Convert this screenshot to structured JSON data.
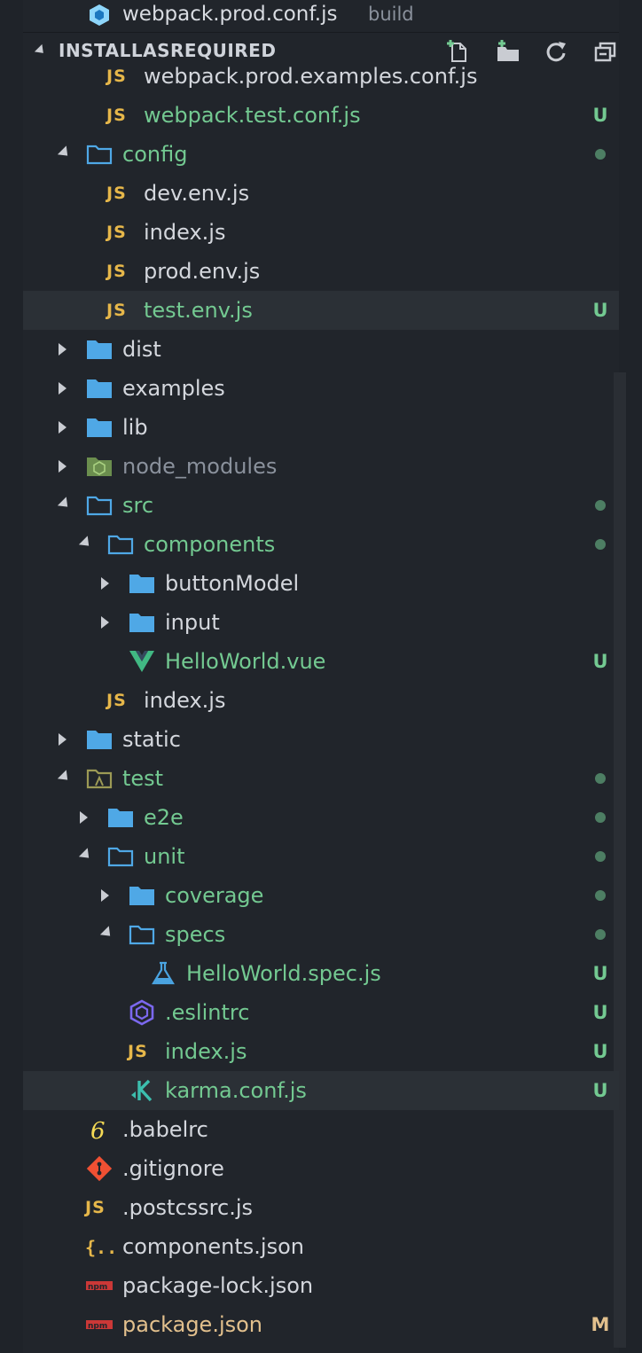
{
  "top_file": {
    "name": "webpack.prod.conf.js",
    "description": "build",
    "icon": "webpack-icon"
  },
  "explorer": {
    "section_title": "INSTALLASREQUIRED",
    "actions": [
      "new-file-icon",
      "new-folder-icon",
      "refresh-icon",
      "collapse-all-icon"
    ]
  },
  "colors": {
    "untracked": "#73c991",
    "modified": "#e2c08d",
    "plain": "#d4d7dd",
    "ignored": "#8a919c",
    "folder": "#4fa8e6",
    "background": "#21252b"
  },
  "tree": [
    {
      "name": "webpack.prod.examples.conf.js",
      "icon": "js-icon",
      "depth": 2,
      "kind": "file",
      "state": "plain",
      "status": ""
    },
    {
      "name": "webpack.test.conf.js",
      "icon": "js-icon",
      "depth": 2,
      "kind": "file",
      "state": "untracked",
      "status": "U"
    },
    {
      "name": "config",
      "icon": "folder-open-icon",
      "depth": 1,
      "kind": "folder-open",
      "state": "untracked",
      "status": "dot"
    },
    {
      "name": "dev.env.js",
      "icon": "js-icon",
      "depth": 2,
      "kind": "file",
      "state": "plain",
      "status": ""
    },
    {
      "name": "index.js",
      "icon": "js-icon",
      "depth": 2,
      "kind": "file",
      "state": "plain",
      "status": ""
    },
    {
      "name": "prod.env.js",
      "icon": "js-icon",
      "depth": 2,
      "kind": "file",
      "state": "plain",
      "status": ""
    },
    {
      "name": "test.env.js",
      "icon": "js-icon",
      "depth": 2,
      "kind": "file",
      "state": "untracked",
      "status": "U",
      "highlight": true
    },
    {
      "name": "dist",
      "icon": "folder-icon",
      "depth": 1,
      "kind": "folder",
      "state": "plain",
      "status": ""
    },
    {
      "name": "examples",
      "icon": "folder-icon",
      "depth": 1,
      "kind": "folder",
      "state": "plain",
      "status": ""
    },
    {
      "name": "lib",
      "icon": "folder-icon",
      "depth": 1,
      "kind": "folder",
      "state": "plain",
      "status": ""
    },
    {
      "name": "node_modules",
      "icon": "node-folder-icon",
      "depth": 1,
      "kind": "folder",
      "state": "ignored",
      "status": ""
    },
    {
      "name": "src",
      "icon": "folder-open-icon",
      "depth": 1,
      "kind": "folder-open",
      "state": "untracked",
      "status": "dot"
    },
    {
      "name": "components",
      "icon": "folder-open-icon",
      "depth": 2,
      "kind": "folder-open",
      "state": "untracked",
      "status": "dot"
    },
    {
      "name": "buttonModel",
      "icon": "folder-icon",
      "depth": 3,
      "kind": "folder",
      "state": "plain",
      "status": ""
    },
    {
      "name": "input",
      "icon": "folder-icon",
      "depth": 3,
      "kind": "folder",
      "state": "plain",
      "status": ""
    },
    {
      "name": "HelloWorld.vue",
      "icon": "vue-icon",
      "depth": 3,
      "kind": "file",
      "state": "untracked",
      "status": "U"
    },
    {
      "name": "index.js",
      "icon": "js-icon",
      "depth": 2,
      "kind": "file",
      "state": "plain",
      "status": ""
    },
    {
      "name": "static",
      "icon": "folder-icon",
      "depth": 1,
      "kind": "folder",
      "state": "plain",
      "status": ""
    },
    {
      "name": "test",
      "icon": "test-folder-icon",
      "depth": 1,
      "kind": "folder-open",
      "state": "untracked",
      "status": "dot"
    },
    {
      "name": "e2e",
      "icon": "folder-icon",
      "depth": 2,
      "kind": "folder",
      "state": "untracked",
      "status": "dot"
    },
    {
      "name": "unit",
      "icon": "folder-open-icon",
      "depth": 2,
      "kind": "folder-open",
      "state": "untracked",
      "status": "dot"
    },
    {
      "name": "coverage",
      "icon": "folder-icon",
      "depth": 3,
      "kind": "folder",
      "state": "untracked",
      "status": "dot"
    },
    {
      "name": "specs",
      "icon": "folder-open-icon",
      "depth": 3,
      "kind": "folder-open",
      "state": "untracked",
      "status": "dot"
    },
    {
      "name": "HelloWorld.spec.js",
      "icon": "flask-icon",
      "depth": 4,
      "kind": "file",
      "state": "untracked",
      "status": "U"
    },
    {
      "name": ".eslintrc",
      "icon": "eslint-icon",
      "depth": 3,
      "kind": "file",
      "state": "untracked",
      "status": "U"
    },
    {
      "name": "index.js",
      "icon": "js-icon",
      "depth": 3,
      "kind": "file",
      "state": "untracked",
      "status": "U"
    },
    {
      "name": "karma.conf.js",
      "icon": "karma-icon",
      "depth": 3,
      "kind": "file",
      "state": "untracked",
      "status": "U",
      "highlight": true
    },
    {
      "name": ".babelrc",
      "icon": "babel-icon",
      "depth": 1,
      "kind": "file",
      "state": "plain",
      "status": ""
    },
    {
      "name": ".gitignore",
      "icon": "git-icon",
      "depth": 1,
      "kind": "file",
      "state": "plain",
      "status": ""
    },
    {
      "name": ".postcssrc.js",
      "icon": "js-icon",
      "depth": 1,
      "kind": "file",
      "state": "plain",
      "status": ""
    },
    {
      "name": "components.json",
      "icon": "json-icon",
      "depth": 1,
      "kind": "file",
      "state": "plain",
      "status": ""
    },
    {
      "name": "package-lock.json",
      "icon": "npm-icon",
      "depth": 1,
      "kind": "file",
      "state": "plain",
      "status": ""
    },
    {
      "name": "package.json",
      "icon": "npm-icon",
      "depth": 1,
      "kind": "file",
      "state": "modified",
      "status": "M"
    }
  ]
}
